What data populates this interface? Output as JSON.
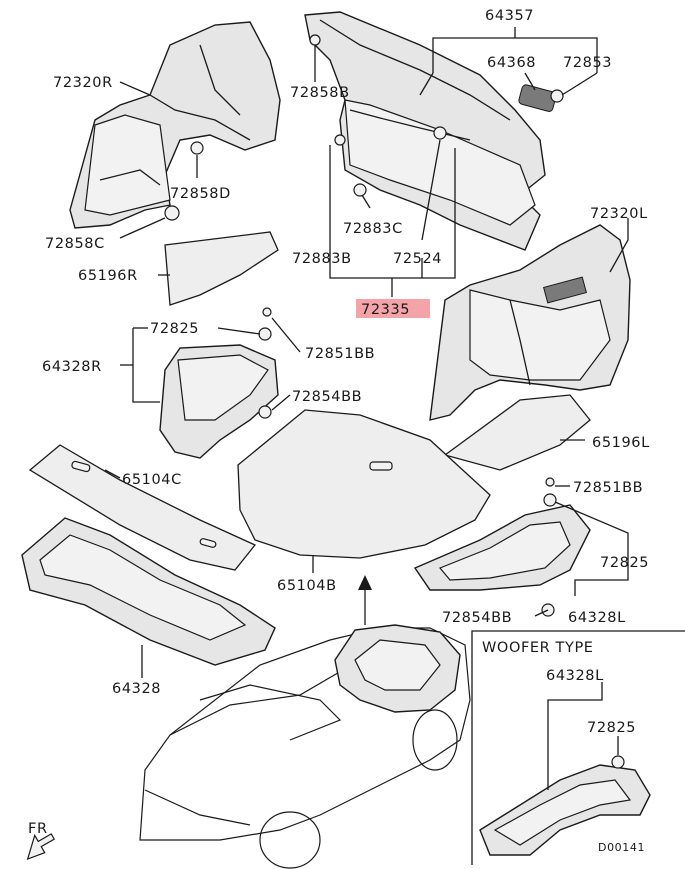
{
  "labels": {
    "p64357": "64357",
    "p64368": "64368",
    "p72853": "72853",
    "p72320r": "72320R",
    "p72858b": "72858B",
    "p72858d": "72858D",
    "p72883c": "72883C",
    "p72858c": "72858C",
    "p72320l": "72320L",
    "p72883b": "72883B",
    "p72524": "72524",
    "p65196r": "65196R",
    "p72335": "72335",
    "p72825a": "72825",
    "p64328r": "64328R",
    "p72851bb_a": "72851BB",
    "p72854bb_a": "72854BB",
    "p65196l": "65196L",
    "p65104c": "65104C",
    "p72851bb_b": "72851BB",
    "p72825b": "72825",
    "p65104b": "65104B",
    "p72854bb_b": "72854BB",
    "p64328l_a": "64328L",
    "p64328": "64328",
    "p64328l_b": "64328L",
    "p72825c": "72825"
  },
  "woofer_box": {
    "title": "WOOFER TYPE"
  },
  "direction": {
    "fr": "FR"
  },
  "drawing_code": "D00141",
  "highlight_color": "#f4a3a8"
}
